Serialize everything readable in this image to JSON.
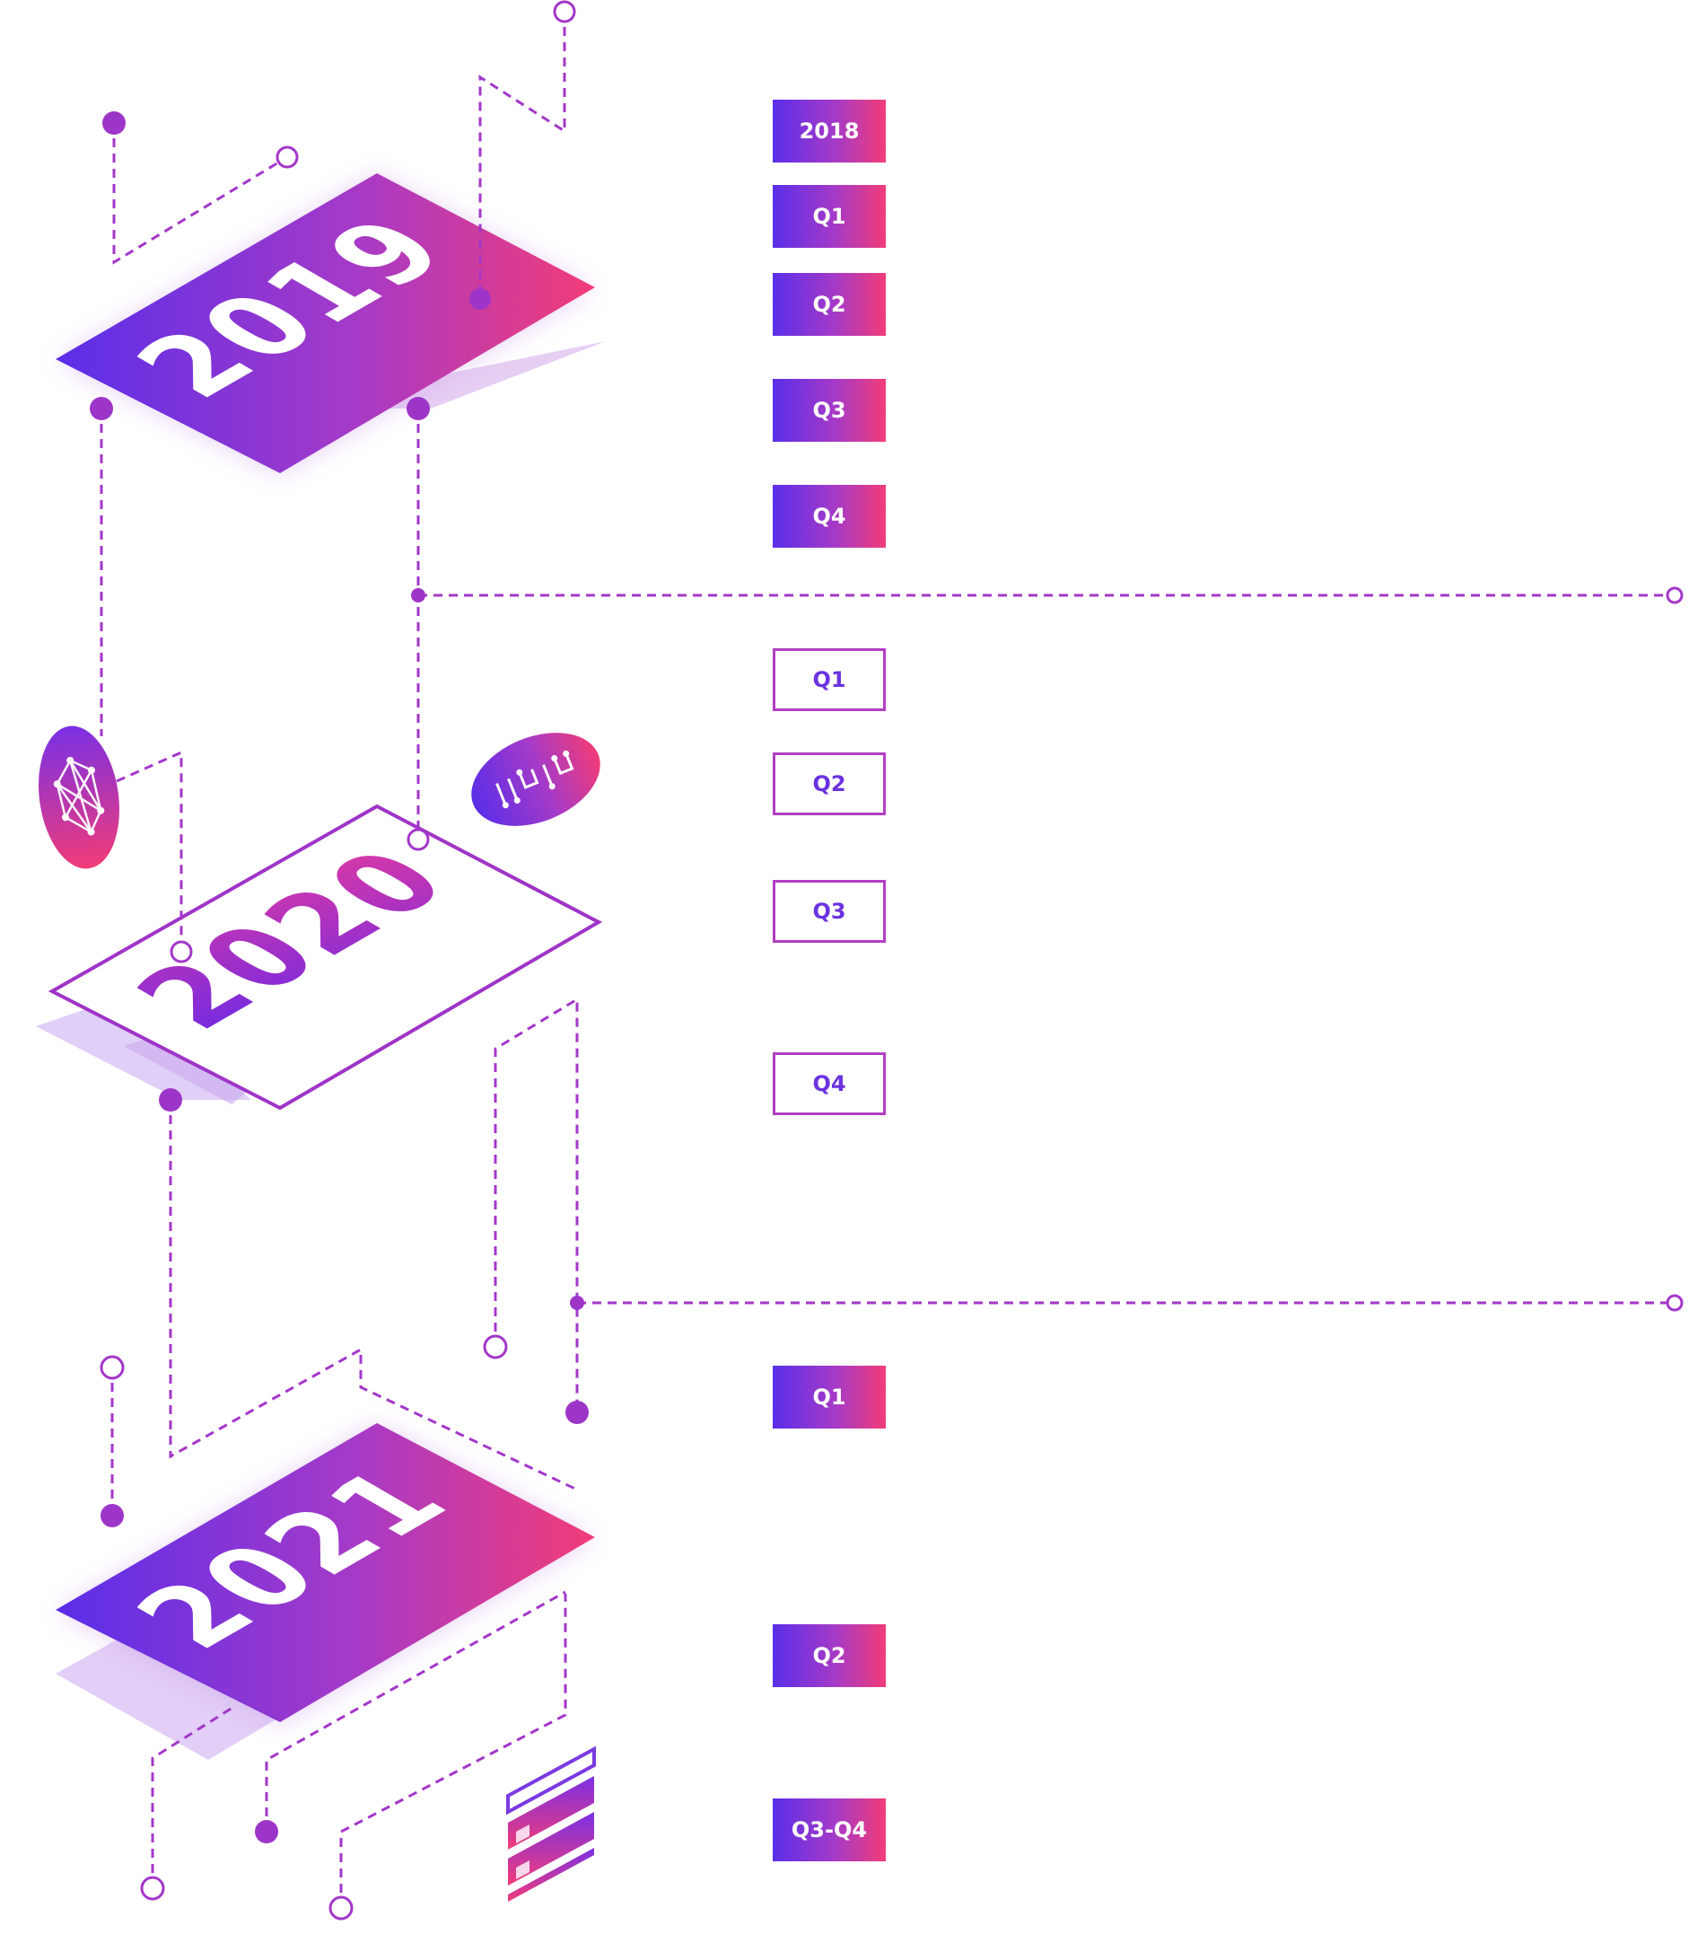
{
  "colors": {
    "gradient_start": "#5a2ee8",
    "gradient_mid": "#a53ac8",
    "gradient_end": "#f23c78",
    "connector": "#a337c9",
    "outline": "#b13fc2"
  },
  "years": [
    {
      "label": "2019",
      "style": "filled"
    },
    {
      "label": "2020",
      "style": "outline"
    },
    {
      "label": "2021",
      "style": "filled"
    }
  ],
  "badges": [
    {
      "label": "2018",
      "style": "filled"
    },
    {
      "label": "Q1",
      "style": "filled"
    },
    {
      "label": "Q2",
      "style": "filled"
    },
    {
      "label": "Q3",
      "style": "filled"
    },
    {
      "label": "Q4",
      "style": "filled"
    },
    {
      "label": "Q1",
      "style": "outline"
    },
    {
      "label": "Q2",
      "style": "outline"
    },
    {
      "label": "Q3",
      "style": "outline"
    },
    {
      "label": "Q4",
      "style": "outline"
    },
    {
      "label": "Q1",
      "style": "filled"
    },
    {
      "label": "Q2",
      "style": "filled"
    },
    {
      "label": "Q3-Q4",
      "style": "filled"
    }
  ],
  "icons": [
    "network-graph-icon",
    "circuit-icon",
    "server-stack-icon"
  ]
}
